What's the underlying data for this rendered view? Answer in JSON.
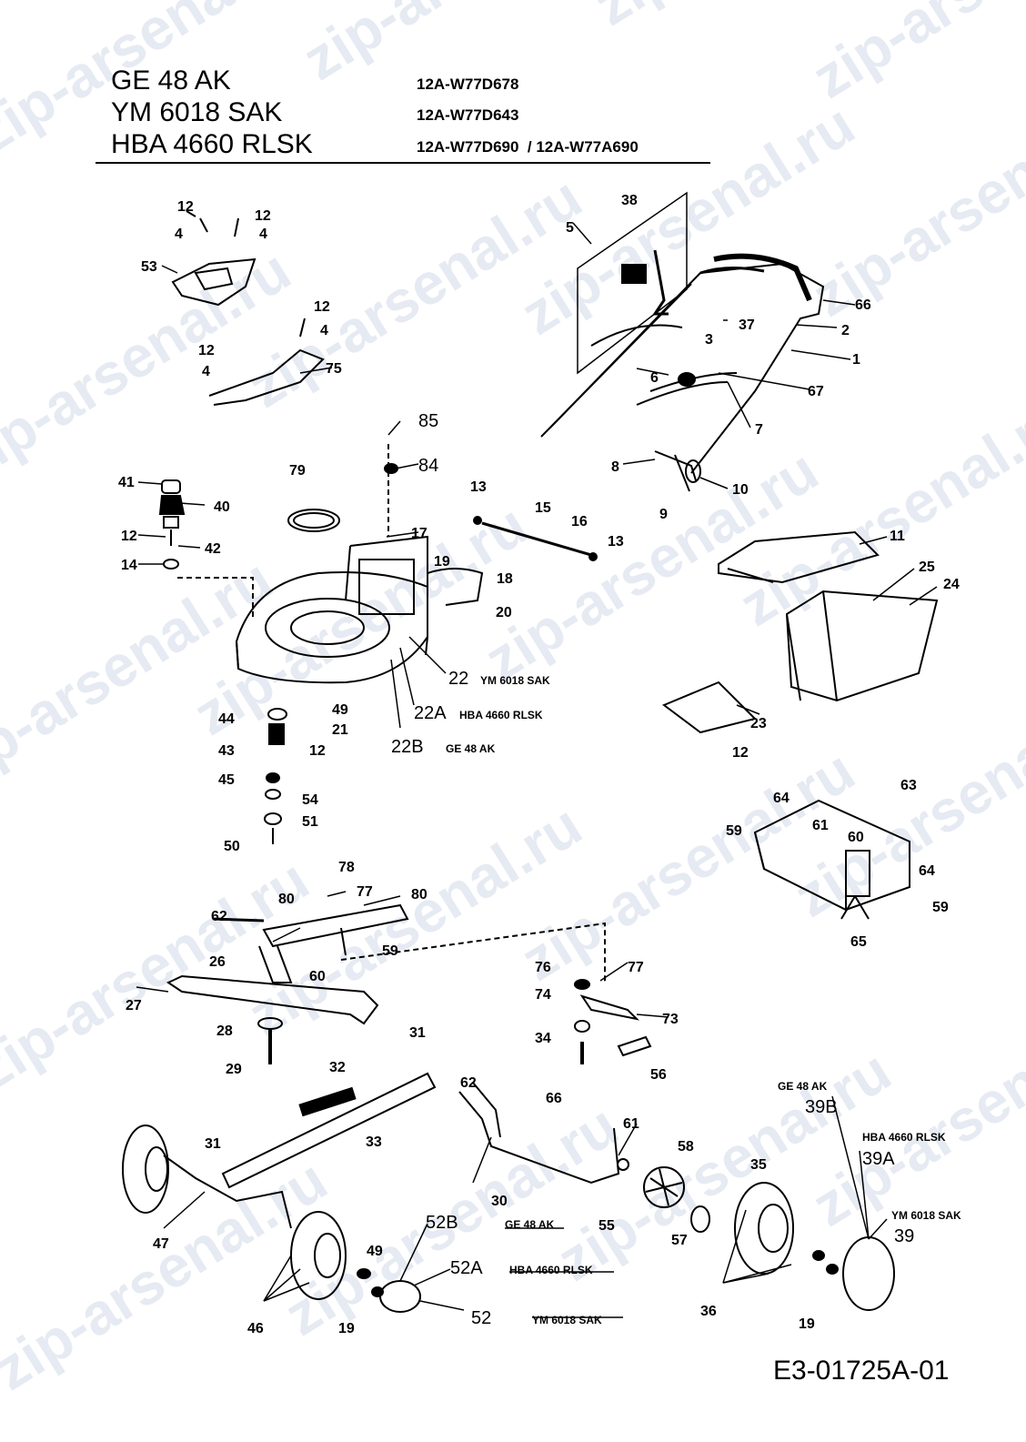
{
  "header": {
    "models": [
      "GE 48 AK",
      "YM 6018 SAK",
      "HBA 4660 RLSK"
    ],
    "codes": [
      "12A-W77D678",
      "12A-W77D643",
      "12A-W77D690  / 12A-W77A690"
    ]
  },
  "drawing_number": "E3-01725A-01",
  "watermark": "zip-arsenal.ru",
  "callouts": {
    "c1": "1",
    "c2": "2",
    "c3": "3",
    "c4": "4",
    "c5": "5",
    "c6": "6",
    "c7": "7",
    "c8": "8",
    "c9": "9",
    "c10": "10",
    "c11": "11",
    "c12": "12",
    "c13": "13",
    "c14": "14",
    "c15": "15",
    "c16": "16",
    "c17": "17",
    "c18": "18",
    "c19": "19",
    "c20": "20",
    "c21": "21",
    "c22": "22",
    "c22a": "22A",
    "c22b": "22B",
    "c23": "23",
    "c24": "24",
    "c25": "25",
    "c26": "26",
    "c27": "27",
    "c28": "28",
    "c29": "29",
    "c30": "30",
    "c31": "31",
    "c32": "32",
    "c33": "33",
    "c34": "34",
    "c35": "35",
    "c36": "36",
    "c37": "37",
    "c38": "38",
    "c39": "39",
    "c39a": "39A",
    "c39b": "39B",
    "c40": "40",
    "c41": "41",
    "c42": "42",
    "c43": "43",
    "c44": "44",
    "c45": "45",
    "c46": "46",
    "c47": "47",
    "c49": "49",
    "c50": "50",
    "c51": "51",
    "c52": "52",
    "c52a": "52A",
    "c52b": "52B",
    "c53": "53",
    "c54": "54",
    "c55": "55",
    "c56": "56",
    "c57": "57",
    "c58": "58",
    "c59": "59",
    "c60": "60",
    "c61": "61",
    "c62": "62",
    "c63": "63",
    "c64": "64",
    "c65": "65",
    "c66": "66",
    "c67": "67",
    "c73": "73",
    "c74": "74",
    "c75": "75",
    "c76": "76",
    "c77": "77",
    "c78": "78",
    "c79": "79",
    "c80": "80",
    "c84": "84",
    "c85": "85"
  },
  "variant_notes": {
    "ym": "YM 6018 SAK",
    "hba": "HBA 4660 RLSK",
    "ge": "GE 48 AK"
  }
}
